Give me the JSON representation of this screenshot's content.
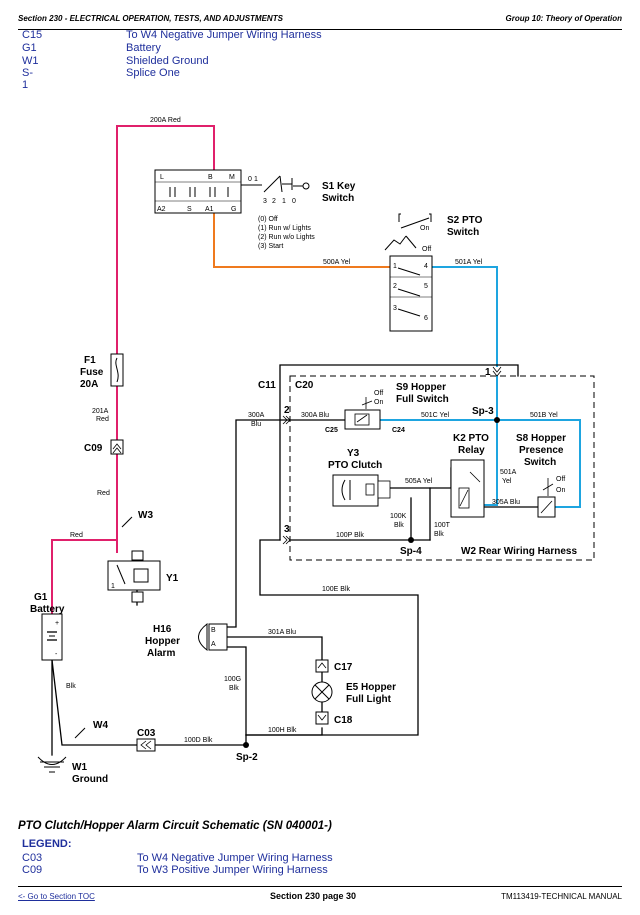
{
  "header": {
    "section": "Section 230 - ELECTRICAL OPERATION, TESTS, AND ADJUSTMENTS",
    "group": "Group 10: Theory of Operation"
  },
  "top_legend": [
    {
      "code": "C15",
      "desc": "To W4 Negative Jumper Wiring Harness"
    },
    {
      "code": "G1",
      "desc": "Battery"
    },
    {
      "code": "W1",
      "desc": "Shielded Ground"
    },
    {
      "code": "S-1",
      "desc": "Splice One"
    }
  ],
  "diagram": {
    "wires": {
      "w200a": "200A Red",
      "w500a": "500A Yel",
      "w501a": "501A Yel",
      "w201a_1": "201A",
      "w201a_2": "Red",
      "red_vert": "Red",
      "red_horiz": "Red",
      "w300a_1": "300A",
      "w300a_2": "Blu",
      "w300a_c20": "300A Blu",
      "w501c": "501C Yel",
      "w501b": "501B Yel",
      "w505a": "505A Yel",
      "w501a_relay_1": "501A",
      "w501a_relay_2": "Yel",
      "w305a": "305A Blu",
      "w100k_1": "100K",
      "w100k_2": "Blk",
      "w100t_1": "100T",
      "w100t_2": "Blk",
      "w100p": "100P Blk",
      "w100e": "100E Blk",
      "w301a": "301A Blu",
      "w100g_1": "100G",
      "w100g_2": "Blk",
      "w100h": "100H Blk",
      "w100d": "100D Blk",
      "blk": "Blk"
    },
    "components": {
      "s1": {
        "label1": "S1 Key",
        "label2": "Switch",
        "positions": [
          "(0) Off",
          "(1) Run w/ Lights",
          "(2) Run w/o Lights",
          "(3) Start"
        ],
        "pins_top": [
          "L",
          "B",
          "M"
        ],
        "pins_bot": [
          "A2",
          "S",
          "A1",
          "G"
        ],
        "dial": [
          "0",
          "1",
          "3",
          "2",
          "1",
          "0"
        ]
      },
      "s2": {
        "label1": "S2 PTO",
        "label2": "Switch",
        "on": "On",
        "off": "Off",
        "pins": [
          "1",
          "4",
          "2",
          "5",
          "3",
          "6"
        ]
      },
      "f1": {
        "l1": "F1",
        "l2": "Fuse",
        "l3": "20A"
      },
      "c09": "C09",
      "w3": "W3",
      "y1": "Y1",
      "g1": {
        "l1": "G1",
        "l2": "Battery"
      },
      "w4": "W4",
      "c03": "C03",
      "w1": {
        "l1": "W1",
        "l2": "Ground"
      },
      "sp2": "Sp-2",
      "c11": "C11",
      "c20": "C20",
      "c11_pins": [
        "1",
        "2",
        "3"
      ],
      "s9": {
        "l1": "S9 Hopper",
        "l2": "Full Switch",
        "off": "Off",
        "on": "On"
      },
      "c25": "C25",
      "c24": "C24",
      "sp3": "Sp-3",
      "y3": {
        "l1": "Y3",
        "l2": "PTO Clutch"
      },
      "k2": {
        "l1": "K2 PTO",
        "l2": "Relay"
      },
      "s8": {
        "l1": "S8 Hopper",
        "l2": "Presence",
        "l3": "Switch",
        "off": "Off",
        "on": "On"
      },
      "sp4": "Sp-4",
      "w2": "W2 Rear Wiring Harness",
      "h16": {
        "l1": "H16",
        "l2": "Hopper",
        "l3": "Alarm",
        "pin_b": "B",
        "pin_a": "A"
      },
      "c17": "C17",
      "e5": {
        "l1": "E5 Hopper",
        "l2": "Full Light"
      },
      "c18": "C18"
    }
  },
  "caption": "PTO Clutch/Hopper Alarm Circuit Schematic (SN 040001-)",
  "legend": {
    "title": "LEGEND:",
    "items": [
      {
        "code": "C03",
        "desc": "To W4 Negative Jumper Wiring Harness"
      },
      {
        "code": "C09",
        "desc": "To W3 Positive Jumper Wiring Harness"
      }
    ]
  },
  "footer": {
    "link": "<- Go to Section TOC",
    "page": "Section 230 page 30",
    "manual": "TM113419-TECHNICAL MANUAL"
  },
  "colors": {
    "red_wire": "#e0206b",
    "orange_wire": "#ef7a1e",
    "yellow_wire": "#1ea5e0",
    "text_blue": "#1f2f9c"
  }
}
